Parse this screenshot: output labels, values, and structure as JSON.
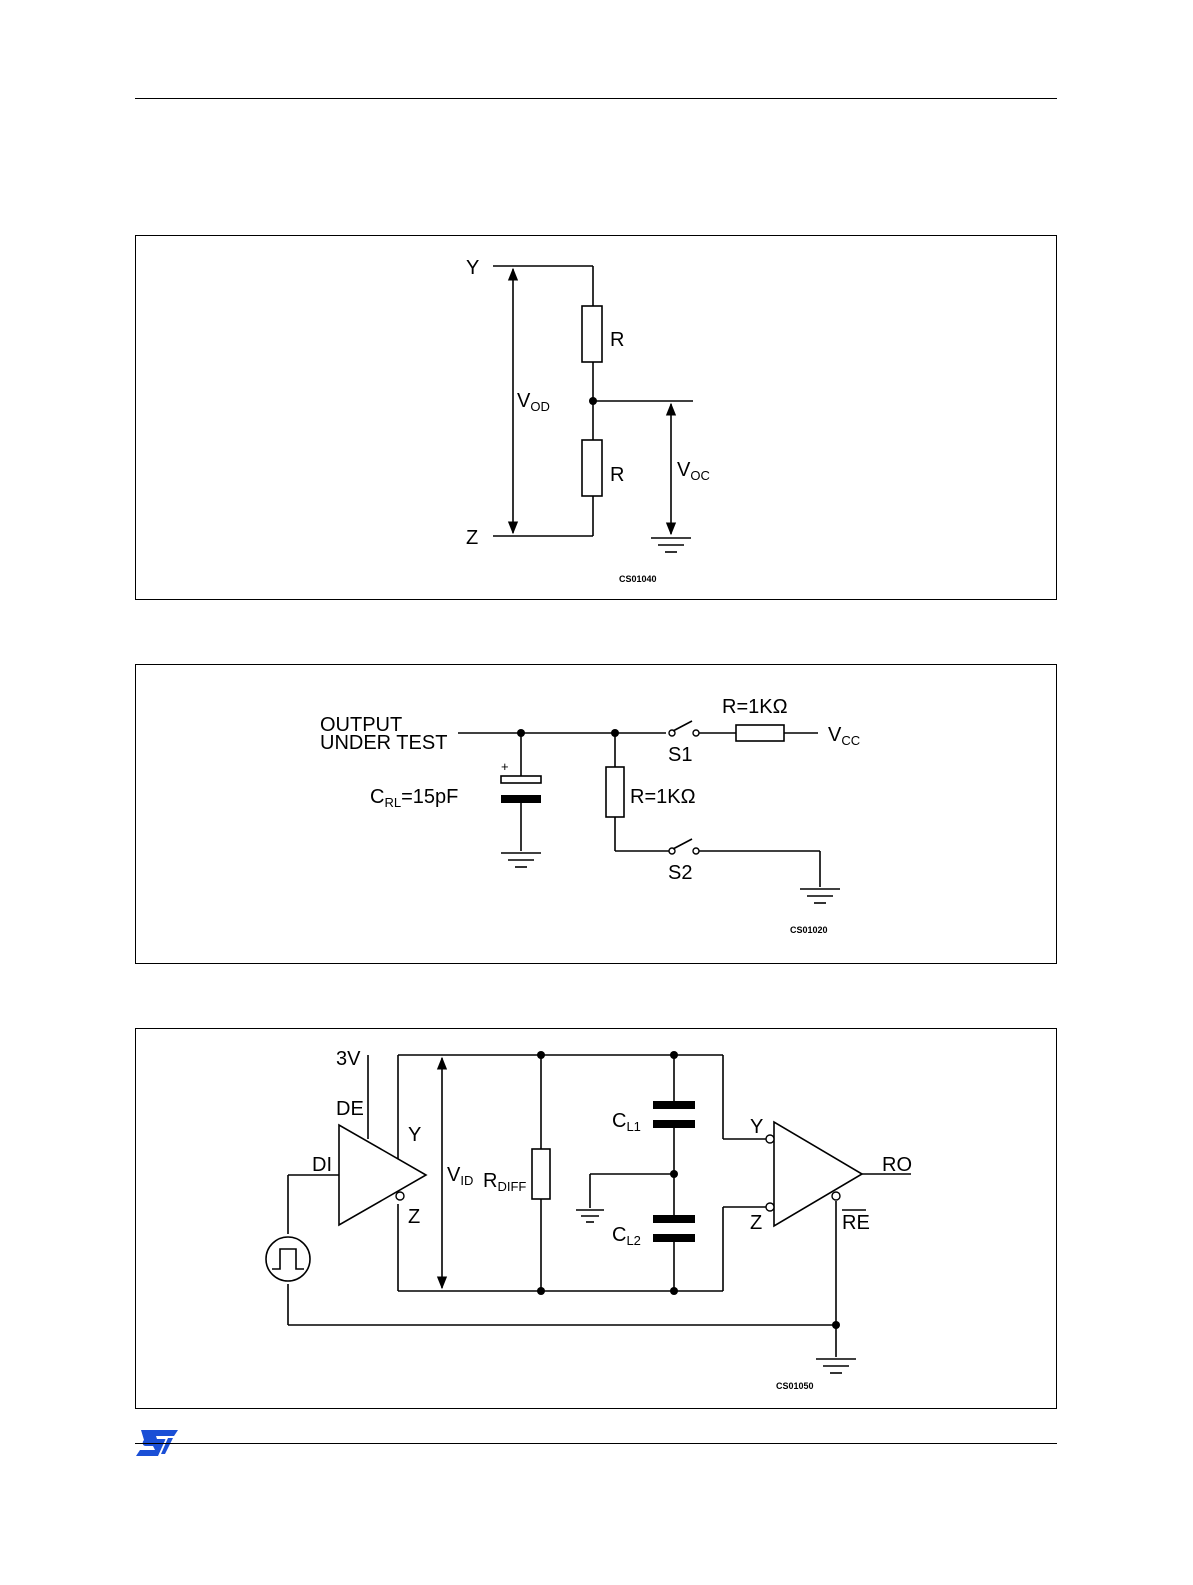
{
  "diagram1": {
    "label_y": "Y",
    "label_z": "Z",
    "label_r_top": "R",
    "label_r_bottom": "R",
    "vod_main": "V",
    "vod_sub": "OD",
    "voc_main": "V",
    "voc_sub": "OC",
    "code": "CS01040"
  },
  "diagram2": {
    "output_line1": "OUTPUT",
    "output_line2": "UNDER TEST",
    "plus": "+",
    "crl_main": "C",
    "crl_sub": "RL",
    "crl_value": "=15pF",
    "r_shunt": "R=1KΩ",
    "r_series": "R=1KΩ",
    "s1": "S1",
    "s2": "S2",
    "vcc_main": "V",
    "vcc_sub": "CC",
    "code": "CS01020"
  },
  "diagram3": {
    "supply": "3V",
    "de": "DE",
    "di": "DI",
    "driver_y": "Y",
    "driver_z": "Z",
    "vid_main": "V",
    "vid_sub": "ID",
    "rdiff_main": "R",
    "rdiff_sub": "DIFF",
    "cl1_main": "C",
    "cl1_sub": "L1",
    "cl2_main": "C",
    "cl2_sub": "L2",
    "recv_y": "Y",
    "recv_z": "Z",
    "ro": "RO",
    "re": "RE",
    "code": "CS01050"
  },
  "logo_icon": "st-logo-icon"
}
